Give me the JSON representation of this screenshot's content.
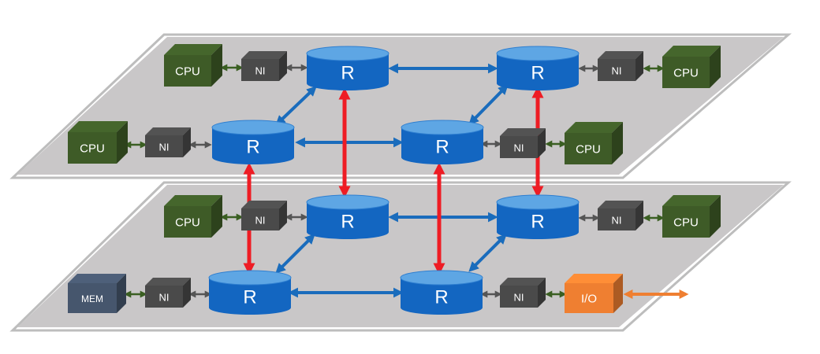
{
  "labels": {
    "cpu": "CPU",
    "ni": "NI",
    "router": "R",
    "mem": "MEM",
    "io": "I/O"
  },
  "colors": {
    "plane": "#c9c7c8",
    "router": "#1366c1",
    "router_top": "#5ea6e4",
    "cpu": "#3e5b27",
    "ni": "#4a4a4a",
    "mem": "#46566d",
    "io": "#ef7f31",
    "red_link": "#ee1c24",
    "blue_link": "#1a6cbc",
    "green_link": "#3a5f22",
    "orange_link": "#ef7f31"
  }
}
